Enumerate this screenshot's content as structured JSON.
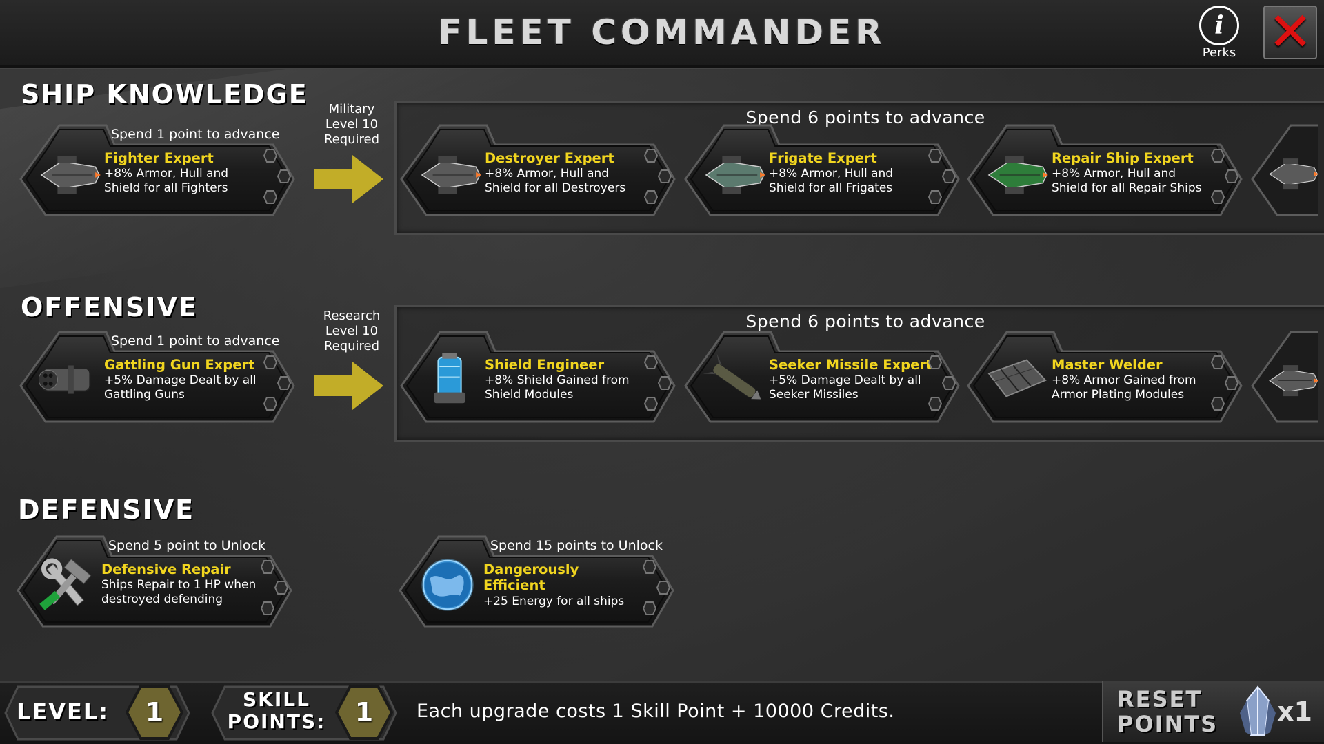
{
  "header": {
    "title": "FLEET COMMANDER",
    "perks_label": "Perks",
    "info_glyph": "i",
    "close_glyph": "✕"
  },
  "colors": {
    "accent_yellow": "#f1d51f",
    "arrow": "#c2ad28",
    "close_red": "#dd1111",
    "level_badge": "#6e6530"
  },
  "sections": {
    "ship_knowledge": {
      "heading": "SHIP KNOWLEDGE",
      "requirement": [
        "Military",
        "Level 10",
        "Required"
      ],
      "group_title": "Spend 6 points to advance",
      "first": {
        "spend": "Spend 1 point to advance",
        "name": "Fighter Expert",
        "desc": "+8% Armor, Hull and Shield for all Fighters",
        "icon": "fighter-ship-icon"
      },
      "cards": [
        {
          "name": "Destroyer Expert",
          "desc": "+8% Armor, Hull and Shield for all Destroyers",
          "icon": "destroyer-ship-icon"
        },
        {
          "name": "Frigate Expert",
          "desc": "+8% Armor, Hull and Shield for all Frigates",
          "icon": "frigate-ship-icon"
        },
        {
          "name": "Repair Ship Expert",
          "desc": "+8% Armor, Hull and Shield for all Repair Ships",
          "icon": "repair-ship-icon"
        }
      ]
    },
    "offensive": {
      "heading": "OFFENSIVE",
      "requirement": [
        "Research",
        "Level 10",
        "Required"
      ],
      "group_title": "Spend 6 points to advance",
      "first": {
        "spend": "Spend 1 point to advance",
        "name": "Gattling Gun Expert",
        "desc": "+5% Damage Dealt by all Gattling Guns",
        "icon": "gatling-gun-icon"
      },
      "cards": [
        {
          "name": "Shield Engineer",
          "desc": "+8% Shield Gained from Shield Modules",
          "icon": "shield-module-icon"
        },
        {
          "name": "Seeker Missile Expert",
          "desc": "+5% Damage Dealt by all Seeker Missiles",
          "icon": "seeker-missile-icon"
        },
        {
          "name": "Master Welder",
          "desc": "+8% Armor Gained from Armor Plating Modules",
          "icon": "armor-plating-icon"
        }
      ]
    },
    "defensive": {
      "heading": "DEFENSIVE",
      "cards": [
        {
          "spend": "Spend 5 point to Unlock",
          "name": "Defensive Repair",
          "desc": "Ships Repair to 1 HP when destroyed defending",
          "icon": "wrench-hammer-icon"
        },
        {
          "spend": "Spend 15 points to Unlock",
          "name": "Dangerously Efficient",
          "desc": "+25 Energy for all ships",
          "icon": "energy-planet-icon"
        }
      ]
    }
  },
  "footer": {
    "level_label": "LEVEL:",
    "level_value": "1",
    "skill_label_1": "SKILL",
    "skill_label_2": "POINTS:",
    "skill_value": "1",
    "cost_text": "Each upgrade costs 1 Skill Point + 10000 Credits.",
    "reset_1": "RESET",
    "reset_2": "POINTS",
    "reset_count": "x1"
  }
}
